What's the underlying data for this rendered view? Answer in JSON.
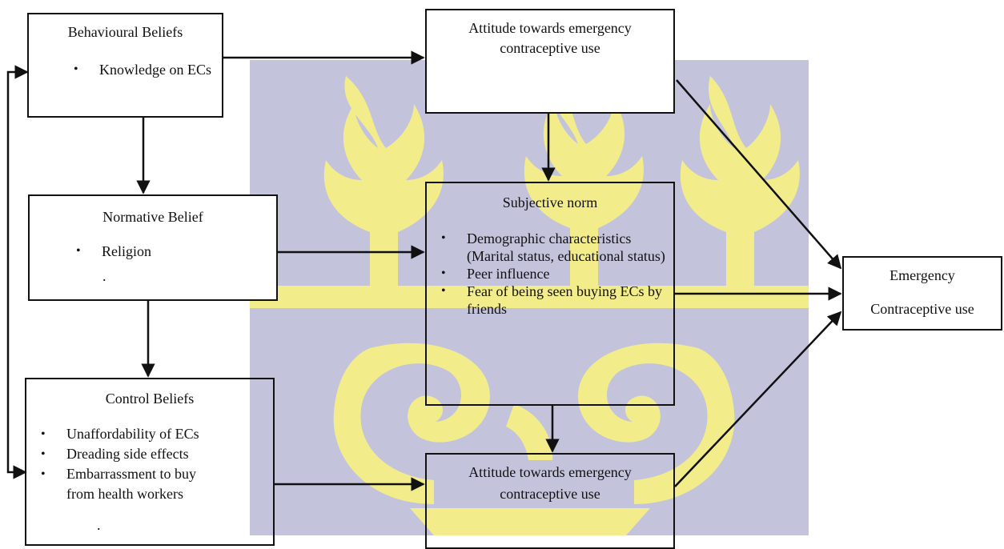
{
  "boxes": {
    "behavioural_beliefs": {
      "title": "Behavioural Beliefs",
      "items": [
        "Knowledge on ECs"
      ]
    },
    "attitude_top": {
      "title_line1": "Attitude towards emergency",
      "title_line2": "contraceptive use"
    },
    "normative_belief": {
      "title": "Normative Belief",
      "items": [
        "Religion"
      ],
      "trailing": "."
    },
    "subjective_norm": {
      "title": "Subjective norm",
      "items": [
        "Demographic characteristics (Marital status, educational status)",
        "Peer influence",
        "Fear of being seen buying ECs by friends"
      ]
    },
    "control_beliefs": {
      "title": "Control Beliefs",
      "items": [
        "Unaffordability of ECs",
        "Dreading side effects",
        "Embarrassment to buy from health workers"
      ],
      "trailing": "."
    },
    "attitude_bottom": {
      "title_line1": "Attitude towards emergency",
      "title_line2": "contraceptive use"
    },
    "outcome": {
      "line1": "Emergency",
      "line2": "Contraceptive use"
    }
  },
  "bullet_symbol": "•",
  "colors": {
    "watermark_bg": "#c3c3dc",
    "watermark_gold": "#f2ec8a",
    "line": "#111111"
  }
}
